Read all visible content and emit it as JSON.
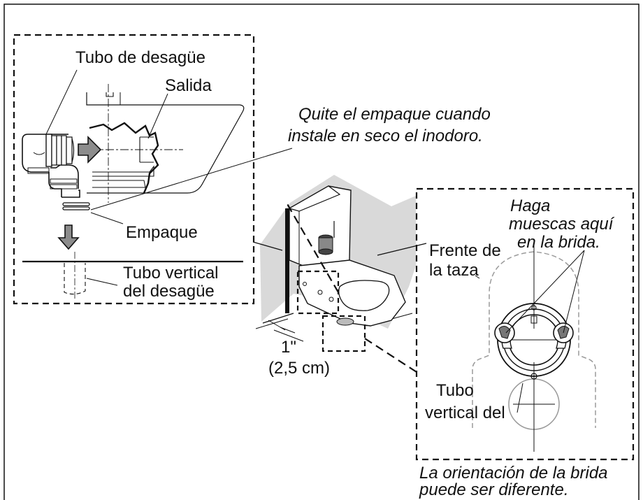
{
  "labels": {
    "drain_tube": "Tubo de desagüe",
    "outlet": "Salida",
    "gasket": "Empaque",
    "vertical_drain_line1": "Tubo vertical",
    "vertical_drain_line2": "del desagüe",
    "gasket_note_line1": "Quite el empaque cuando",
    "gasket_note_line2": "instale en seco el inodoro.",
    "notch_line1": "Haga",
    "notch_line2": "muescas aquí",
    "notch_line3": "en la brida.",
    "bowl_front_line1": "Frente de",
    "bowl_front_line2": "la taza",
    "flange_tube_line1": "Tubo",
    "flange_tube_line2": "vertical del",
    "distance_in": "1\"",
    "distance_cm": "(2,5 cm)",
    "orientation_line1": "La orientación de la brida",
    "orientation_line2": "puede ser diferente."
  },
  "colors": {
    "line": "#111111",
    "wall_shade": "#d9d9d9",
    "arrow_fill": "#8c8c8c",
    "outline_gray": "#9a9a9a"
  }
}
